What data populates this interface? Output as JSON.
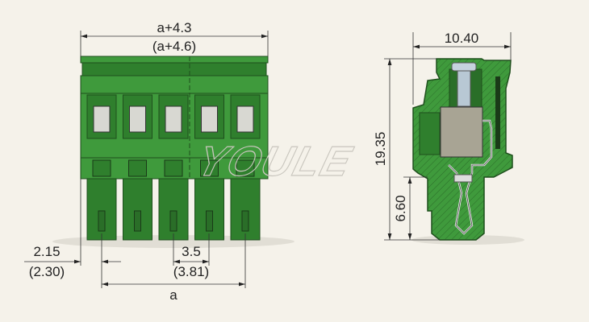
{
  "watermark": "YOULE",
  "front_view": {
    "pole_count": 5,
    "dim_overall_width": "a+4.3",
    "dim_overall_width_alt": "(a+4.6)",
    "dim_edge_offset": "2.15",
    "dim_edge_offset_alt": "(2.30)",
    "dim_pitch": "3.5",
    "dim_pitch_alt": "(3.81)",
    "dim_span": "a"
  },
  "side_view": {
    "dim_depth": "10.40",
    "dim_height": "19.35",
    "dim_pin_height": "6.60"
  },
  "colors": {
    "body": "#3f9a3c",
    "body_dark": "#2f7f2d",
    "background": "#f5f2ea",
    "screw": "#b8c8d4",
    "clamp": "#a8a494"
  }
}
